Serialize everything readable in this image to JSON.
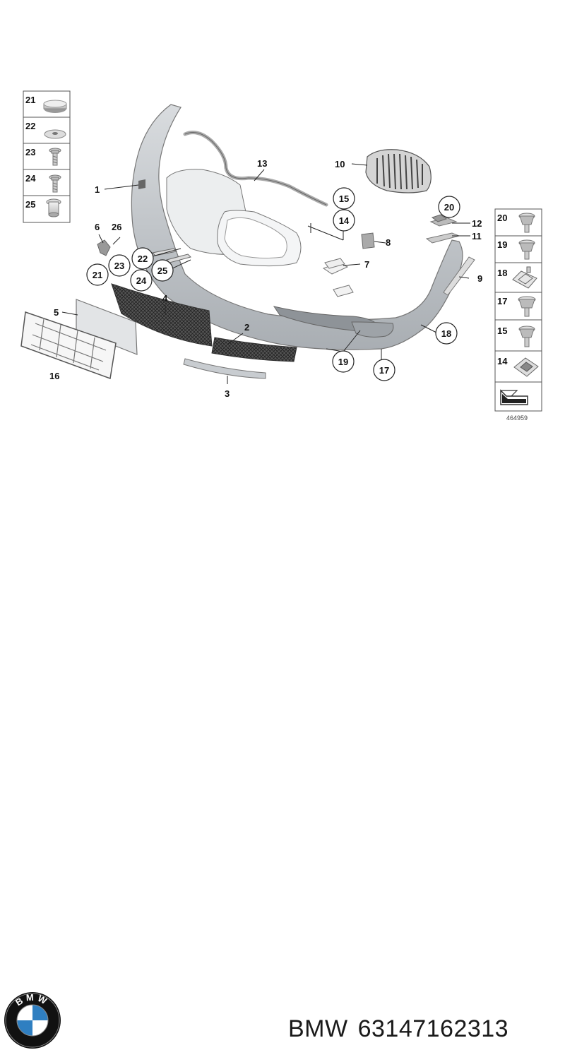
{
  "diagram": {
    "callouts": {
      "c1": "1",
      "c2": "2",
      "c3": "3",
      "c4": "4",
      "c5": "5",
      "c6": "6",
      "c7": "7",
      "c8": "8",
      "c9": "9",
      "c10": "10",
      "c11": "11",
      "c12": "12",
      "c13": "13",
      "c14": "14",
      "c15": "15",
      "c16": "16",
      "c17": "17",
      "c18": "18",
      "c19": "19",
      "c20": "20",
      "c21": "21",
      "c22": "22",
      "c23": "23",
      "c24": "24",
      "c25": "25",
      "c26": "26"
    },
    "left_legend": [
      "21",
      "22",
      "23",
      "24",
      "25"
    ],
    "right_legend": [
      "20",
      "19",
      "18",
      "17",
      "15",
      "14"
    ],
    "diagram_number": "464959"
  },
  "footer": {
    "brand": "BMW",
    "part_number": "63147162313",
    "logo_letters": "BMW"
  },
  "colors": {
    "bumper": "#c9cdd1",
    "line": "#333333",
    "logo_blue": "#2f7fc1"
  },
  "icons": [
    "bmw-logo-icon",
    "direction-arrow-icon"
  ]
}
